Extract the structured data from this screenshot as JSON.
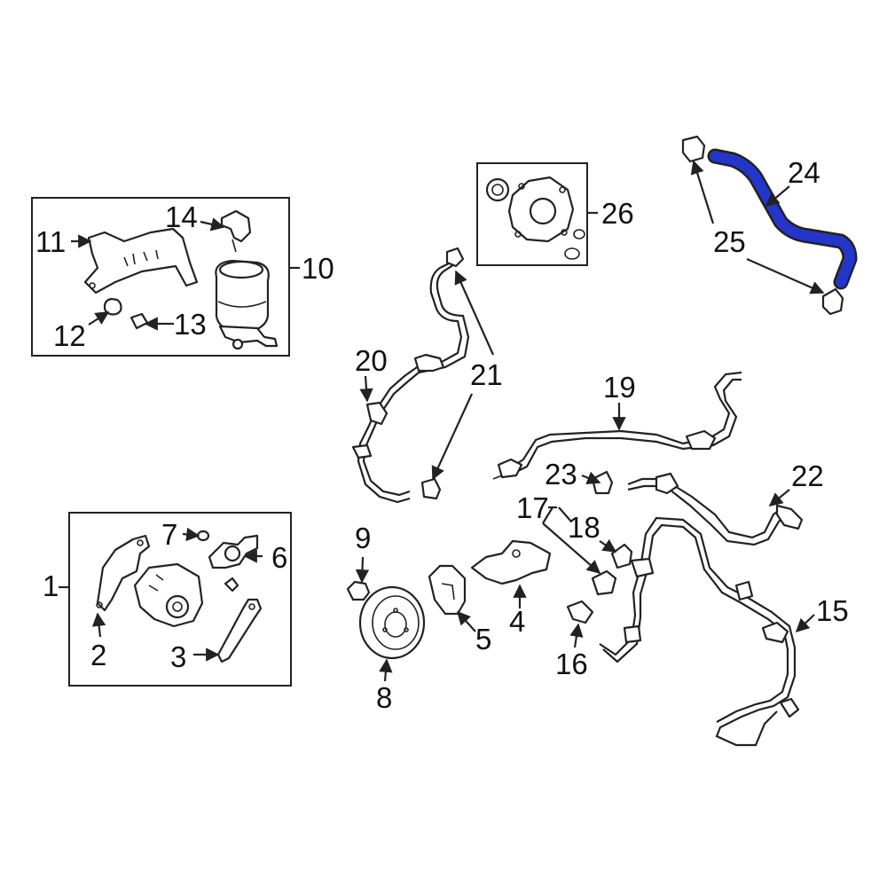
{
  "diagram": {
    "highlight_color": "#2436c9",
    "outline_color": "#222222",
    "highlighted_part": "24",
    "callouts": [
      {
        "id": "c1",
        "label": "1"
      },
      {
        "id": "c2",
        "label": "2"
      },
      {
        "id": "c3",
        "label": "3"
      },
      {
        "id": "c4",
        "label": "4"
      },
      {
        "id": "c5",
        "label": "5"
      },
      {
        "id": "c6",
        "label": "6"
      },
      {
        "id": "c7",
        "label": "7"
      },
      {
        "id": "c8",
        "label": "8"
      },
      {
        "id": "c9",
        "label": "9"
      },
      {
        "id": "c10",
        "label": "10"
      },
      {
        "id": "c11",
        "label": "11"
      },
      {
        "id": "c12",
        "label": "12"
      },
      {
        "id": "c13",
        "label": "13"
      },
      {
        "id": "c14",
        "label": "14"
      },
      {
        "id": "c15",
        "label": "15"
      },
      {
        "id": "c16",
        "label": "16"
      },
      {
        "id": "c17",
        "label": "17"
      },
      {
        "id": "c18",
        "label": "18"
      },
      {
        "id": "c19",
        "label": "19"
      },
      {
        "id": "c20",
        "label": "20"
      },
      {
        "id": "c21",
        "label": "21"
      },
      {
        "id": "c22",
        "label": "22"
      },
      {
        "id": "c23",
        "label": "23"
      },
      {
        "id": "c24",
        "label": "24"
      },
      {
        "id": "c25",
        "label": "25"
      },
      {
        "id": "c26",
        "label": "26"
      }
    ]
  }
}
